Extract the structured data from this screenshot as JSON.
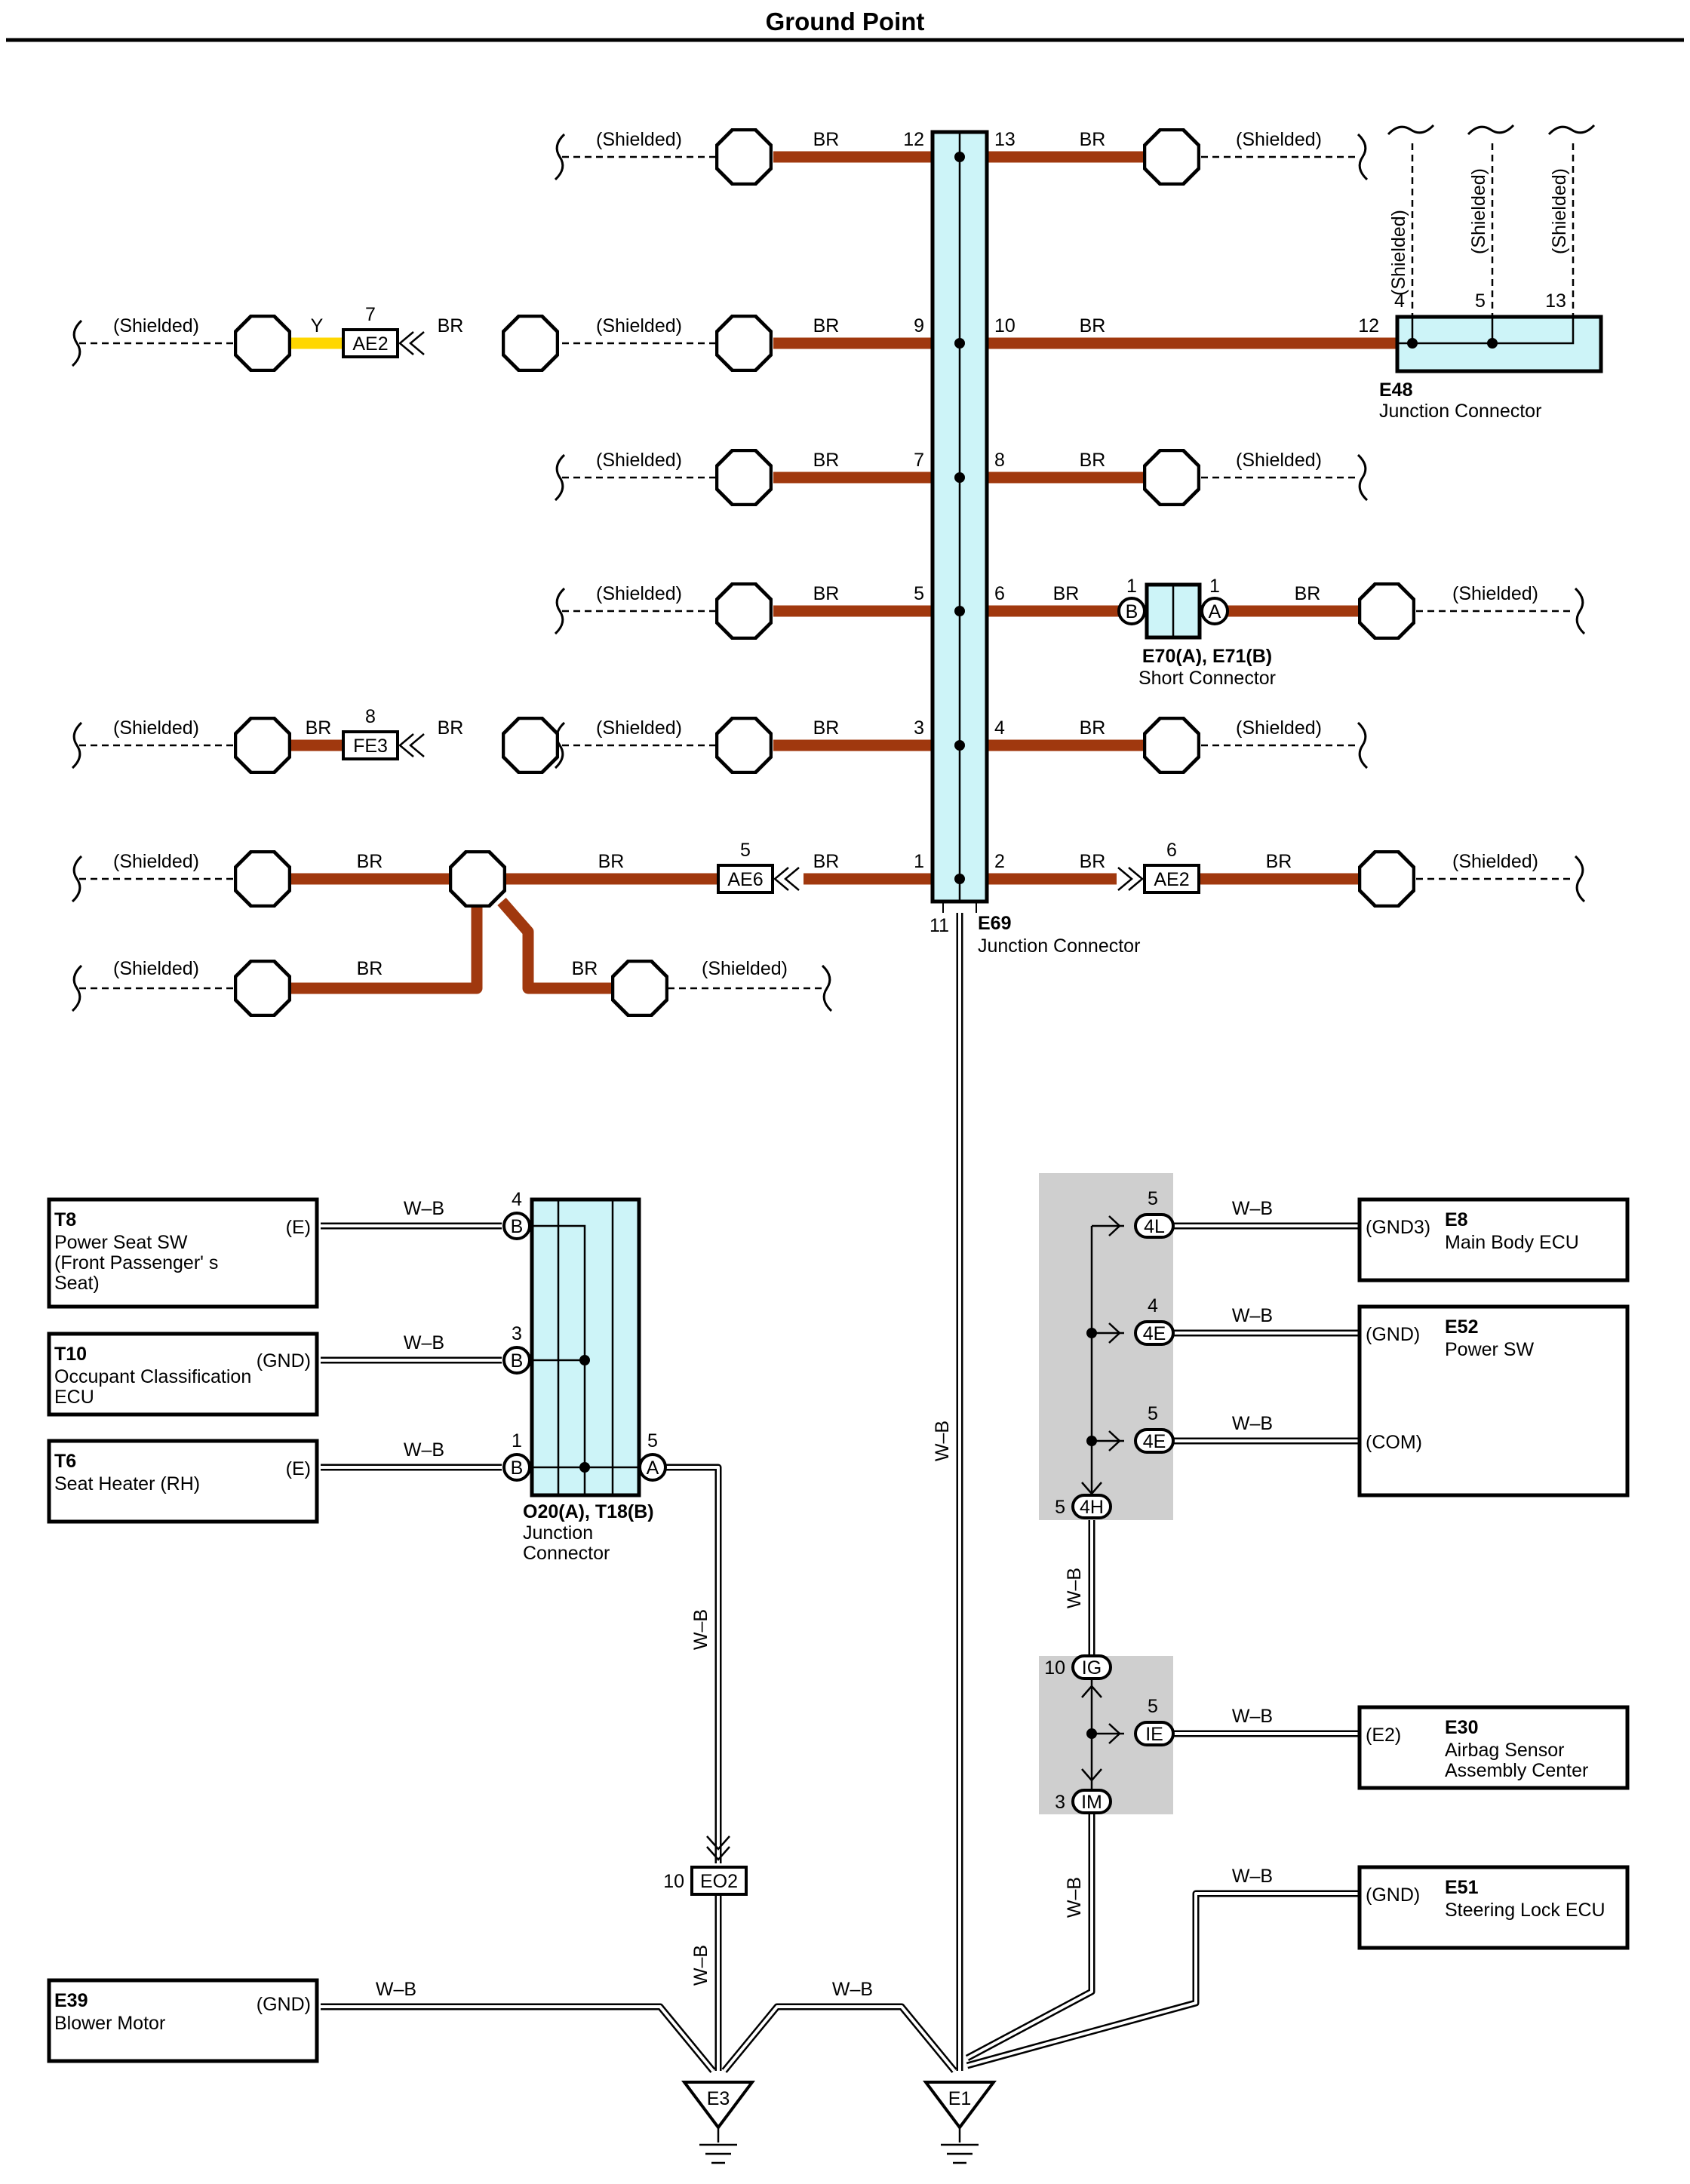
{
  "title": "Ground Point",
  "wire_labels": {
    "br": "BR",
    "y": "Y",
    "wb": "W–B",
    "shielded": "(Shielded)"
  },
  "connectors": {
    "e69": {
      "code": "E69",
      "name": "Junction Connector"
    },
    "e48": {
      "code": "E48",
      "name": "Junction Connector"
    },
    "e70": {
      "code": "E70(A), E71(B)",
      "name": "Short Connector"
    },
    "o20": {
      "code": "O20(A), T18(B)",
      "name_line1": "Junction",
      "name_line2": "Connector"
    },
    "ae2": "AE2",
    "fe3": "FE3",
    "ae6": "AE6",
    "eo2": "EO2",
    "pin_a": "A",
    "pin_b": "B",
    "c4l": "4L",
    "c4e": "4E",
    "c4h": "4H",
    "cig": "IG",
    "cie": "IE",
    "cim": "IM"
  },
  "pins": {
    "p1": "1",
    "p2": "2",
    "p3": "3",
    "p4": "4",
    "p5": "5",
    "p6": "6",
    "p7": "7",
    "p8": "8",
    "p9": "9",
    "p10": "10",
    "p11": "11",
    "p12": "12",
    "p13": "13"
  },
  "components": {
    "t8": {
      "code": "T8",
      "line1": "Power Seat SW",
      "line2": "(Front Passenger' s",
      "line3": " Seat)",
      "terminal": "(E)"
    },
    "t10": {
      "code": "T10",
      "line1": "Occupant Classification",
      "line2": "ECU",
      "terminal": "(GND)"
    },
    "t6": {
      "code": "T6",
      "line1": "Seat Heater (RH)",
      "terminal": "(E)"
    },
    "e39": {
      "code": "E39",
      "line1": "Blower Motor",
      "terminal": "(GND)"
    },
    "e8": {
      "code": "E8",
      "line1": "Main Body ECU",
      "terminal": "(GND3)"
    },
    "e52": {
      "code": "E52",
      "line1": "Power SW",
      "terminal1": "(GND)",
      "terminal2": "(COM)"
    },
    "e30": {
      "code": "E30",
      "line1": "Airbag Sensor",
      "line2": "Assembly Center",
      "terminal": "(E2)"
    },
    "e51": {
      "code": "E51",
      "line1": "Steering Lock ECU",
      "terminal": "(GND)"
    }
  },
  "grounds": {
    "e3": "E3",
    "e1": "E1"
  },
  "colors": {
    "brown_wire": "#a0380e",
    "yellow_wire": "#ffd700",
    "junction_fill": "#cdf4f8",
    "shade": "#cfcfcf"
  }
}
